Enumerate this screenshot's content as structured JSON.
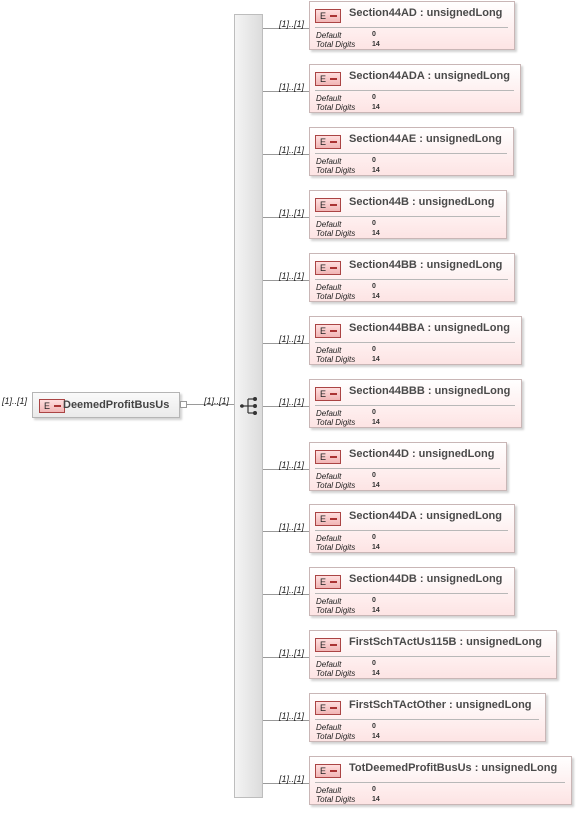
{
  "root": {
    "badge": "E",
    "name": "DeemedProfitBusUs",
    "multiplicity": "[1]..[1]",
    "child_multiplicity": "[1]..[1]"
  },
  "facet_labels": {
    "default": "Default",
    "total_digits": "Total Digits"
  },
  "elements": [
    {
      "name": "Section44AD : unsignedLong",
      "multiplicity": "[1]..[1]",
      "default": "0",
      "total_digits": "14"
    },
    {
      "name": "Section44ADA : unsignedLong",
      "multiplicity": "[1]..[1]",
      "default": "0",
      "total_digits": "14"
    },
    {
      "name": "Section44AE : unsignedLong",
      "multiplicity": "[1]..[1]",
      "default": "0",
      "total_digits": "14"
    },
    {
      "name": "Section44B : unsignedLong",
      "multiplicity": "[1]..[1]",
      "default": "0",
      "total_digits": "14"
    },
    {
      "name": "Section44BB : unsignedLong",
      "multiplicity": "[1]..[1]",
      "default": "0",
      "total_digits": "14"
    },
    {
      "name": "Section44BBA : unsignedLong",
      "multiplicity": "[1]..[1]",
      "default": "0",
      "total_digits": "14"
    },
    {
      "name": "Section44BBB : unsignedLong",
      "multiplicity": "[1]..[1]",
      "default": "0",
      "total_digits": "14"
    },
    {
      "name": "Section44D : unsignedLong",
      "multiplicity": "[1]..[1]",
      "default": "0",
      "total_digits": "14"
    },
    {
      "name": "Section44DA : unsignedLong",
      "multiplicity": "[1]..[1]",
      "default": "0",
      "total_digits": "14"
    },
    {
      "name": "Section44DB : unsignedLong",
      "multiplicity": "[1]..[1]",
      "default": "0",
      "total_digits": "14"
    },
    {
      "name": "FirstSchTActUs115B : unsignedLong",
      "multiplicity": "[1]..[1]",
      "default": "0",
      "total_digits": "14"
    },
    {
      "name": "FirstSchTActOther : unsignedLong",
      "multiplicity": "[1]..[1]",
      "default": "0",
      "total_digits": "14"
    },
    {
      "name": "TotDeemedProfitBusUs : unsignedLong",
      "multiplicity": "[1]..[1]",
      "default": "0",
      "total_digits": "14"
    }
  ],
  "icons": {
    "element_badge": "element-badge-icon",
    "sequence": "sequence-compositor-icon",
    "expander": "collapse-expander-icon"
  }
}
